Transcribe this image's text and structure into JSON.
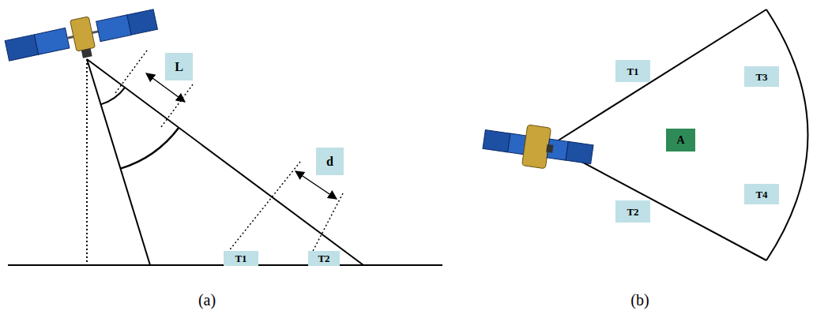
{
  "diagram": {
    "nodes": [
      {
        "text": [
          "L"
        ]
      },
      {
        "text": [
          "d"
        ]
      },
      {
        "text": [
          "T1"
        ]
      },
      {
        "text": [
          "T2"
        ]
      },
      {
        "text": [
          "T1"
        ]
      },
      {
        "text": [
          "T3"
        ]
      },
      {
        "text": [
          "A"
        ]
      },
      {
        "text": [
          "T2"
        ]
      },
      {
        "text": [
          "T4"
        ]
      }
    ],
    "labels": [
      "(a)",
      "(b)"
    ]
  }
}
